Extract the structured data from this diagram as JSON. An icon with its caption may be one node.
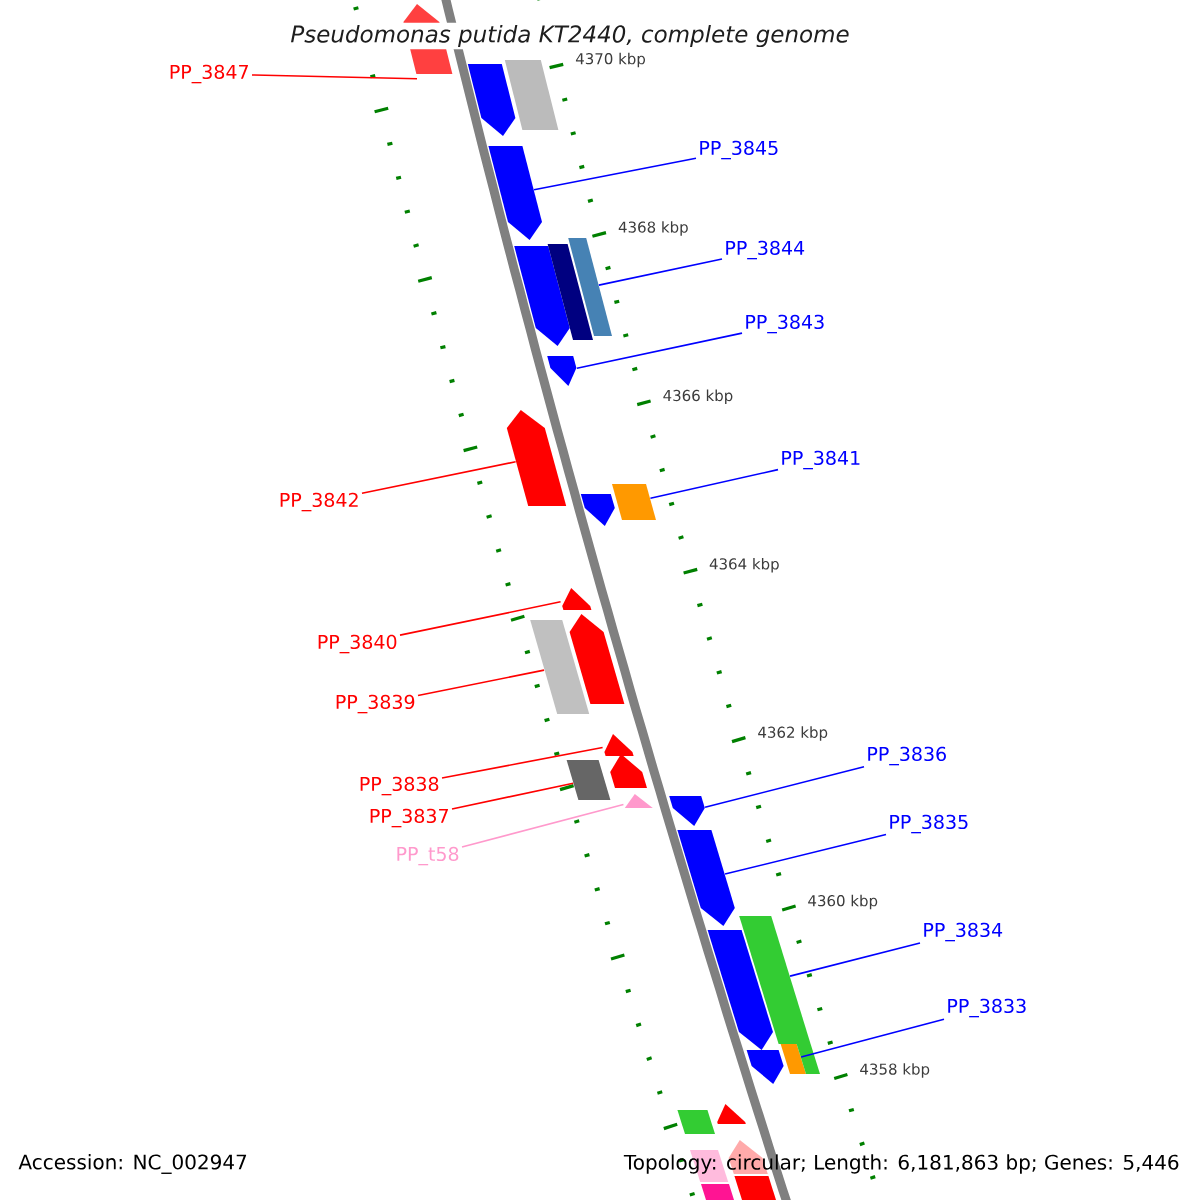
{
  "diagram": {
    "title": "Pseudomonas putida KT2440, complete genome",
    "nodes": [
      {
        "text": [
          "PP_3847"
        ]
      },
      {
        "text": [
          "PP_3845"
        ]
      },
      {
        "text": [
          "PP_3844"
        ]
      },
      {
        "text": [
          "PP_3843"
        ]
      },
      {
        "text": [
          "PP_3841"
        ]
      },
      {
        "text": [
          "PP_3842"
        ]
      },
      {
        "text": [
          "PP_3840"
        ]
      },
      {
        "text": [
          "PP_3839"
        ]
      },
      {
        "text": [
          "PP_3838"
        ]
      },
      {
        "text": [
          "PP_3837"
        ]
      },
      {
        "text": [
          "PP_t58"
        ]
      },
      {
        "text": [
          "PP_3836"
        ]
      },
      {
        "text": [
          "PP_3835"
        ]
      },
      {
        "text": [
          "PP_3834"
        ]
      },
      {
        "text": [
          "PP_3833"
        ]
      },
      {
        "text": [],
        "shape": "arrow"
      },
      {
        "text": [],
        "shape": "arrow"
      },
      {
        "text": [],
        "shape": "box"
      },
      {
        "text": [],
        "shape": "arrow"
      },
      {
        "text": [],
        "shape": "box"
      },
      {
        "text": [],
        "shape": "arrow"
      },
      {
        "text": [],
        "shape": "arrow"
      },
      {
        "text": [],
        "shape": "box"
      },
      {
        "text": [],
        "shape": "arrow"
      },
      {
        "text": [],
        "shape": "box"
      },
      {
        "text": [],
        "shape": "arrow"
      },
      {
        "text": [],
        "shape": "arrow"
      },
      {
        "text": [],
        "shape": "arrow"
      },
      {
        "text": [],
        "shape": "box"
      },
      {
        "text": [],
        "shape": "box"
      },
      {
        "text": [],
        "shape": "arrow"
      },
      {
        "text": [],
        "shape": "box"
      },
      {
        "text": [],
        "shape": "arrow"
      },
      {
        "text": [],
        "shape": "box"
      },
      {
        "text": [],
        "shape": "arrow"
      },
      {
        "text": [],
        "shape": "arrow"
      },
      {
        "text": [],
        "shape": "arrow"
      },
      {
        "text": [],
        "shape": "arrow"
      },
      {
        "text": [],
        "shape": "arrow"
      },
      {
        "text": [],
        "shape": "box"
      },
      {
        "text": [],
        "shape": "box"
      },
      {
        "text": [],
        "shape": "arrow"
      },
      {
        "text": [],
        "shape": "box"
      },
      {
        "text": [],
        "shape": "arrow"
      },
      {
        "text": [],
        "shape": "box"
      },
      {
        "text": [],
        "shape": "box"
      }
    ],
    "edges": [
      {
        "from": 0,
        "to": 15,
        "arrow": "none",
        "color": "#ff0000"
      },
      {
        "from": 1,
        "to": 16,
        "arrow": "none"
      },
      {
        "from": 2,
        "to": 17,
        "arrow": "none"
      },
      {
        "from": 3,
        "to": 18,
        "arrow": "none"
      },
      {
        "from": 4,
        "to": 19,
        "arrow": "none"
      },
      {
        "from": 5,
        "to": 20,
        "arrow": "none",
        "color": "#ff0000"
      },
      {
        "from": 6,
        "to": 21,
        "arrow": "none",
        "color": "#ff0000"
      },
      {
        "from": 7,
        "to": 22,
        "arrow": "none",
        "color": "#ff0000"
      },
      {
        "from": 8,
        "to": 23,
        "arrow": "none",
        "color": "#ff0000"
      },
      {
        "from": 9,
        "to": 24,
        "arrow": "none",
        "color": "#ff0000"
      },
      {
        "from": 10,
        "to": 25,
        "arrow": "none",
        "color": "#ff99cc"
      },
      {
        "from": 11,
        "to": 26,
        "arrow": "none"
      },
      {
        "from": 12,
        "to": 27,
        "arrow": "none"
      },
      {
        "from": 13,
        "to": 28,
        "arrow": "none"
      },
      {
        "from": 14,
        "to": 29,
        "arrow": "none"
      }
    ],
    "labels": [
      "4370 kbp",
      "4368 kbp",
      "4366 kbp",
      "4364 kbp",
      "4362 kbp",
      "4360 kbp",
      "4358 kbp",
      "Accession: NC_002947",
      "Topology: circular; Length: 6,181,863 bp; Genes: 5,446"
    ]
  }
}
